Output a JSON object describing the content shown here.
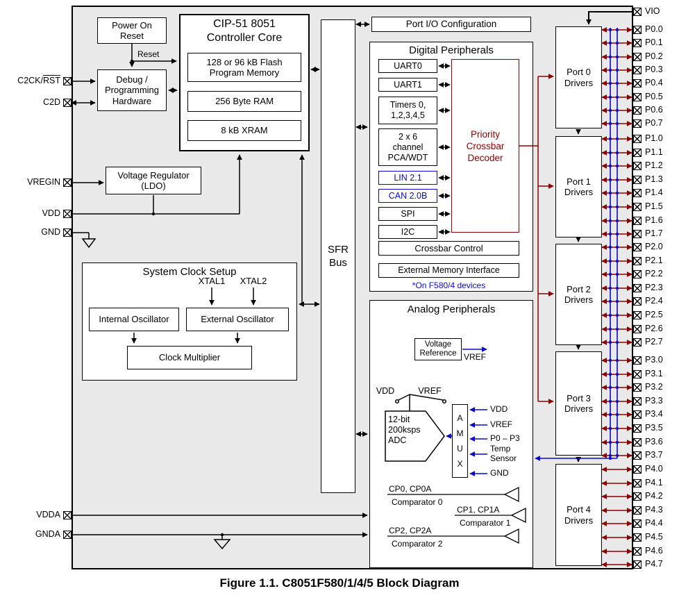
{
  "caption": "Figure 1.1. C8051F580/1/4/5 Block Diagram",
  "colors": {
    "background": "#e9e9e9",
    "box": "#ffffff",
    "crossbar_red": "#8b0000",
    "bus_blue": "#0a0ac8"
  },
  "left_pins": [
    {
      "label": "C2CK/",
      "overline": "RST"
    },
    {
      "label": "C2D"
    },
    {
      "label": "VREGIN"
    },
    {
      "label": "VDD"
    },
    {
      "label": "GND"
    },
    {
      "label": "VDDA"
    },
    {
      "label": "GNDA"
    }
  ],
  "right_pins": {
    "vio": "VIO",
    "groups": [
      [
        "P0.0",
        "P0.1",
        "P0.2",
        "P0.3",
        "P0.4",
        "P0.5",
        "P0.6",
        "P0.7"
      ],
      [
        "P1.0",
        "P1.1",
        "P1.2",
        "P1.3",
        "P1.4",
        "P1.5",
        "P1.6",
        "P1.7"
      ],
      [
        "P2.0",
        "P2.1",
        "P2.2",
        "P2.3",
        "P2.4",
        "P2.5",
        "P2.6",
        "P2.7"
      ],
      [
        "P3.0",
        "P3.1",
        "P3.2",
        "P3.3",
        "P3.4",
        "P3.5",
        "P3.6",
        "P3.7"
      ],
      [
        "P4.0",
        "P4.1",
        "P4.2",
        "P4.3",
        "P4.4",
        "P4.5",
        "P4.6",
        "P4.7"
      ]
    ]
  },
  "port_drivers": [
    "Port 0\nDrivers",
    "Port 1\nDrivers",
    "Port 2\nDrivers",
    "Port 3\nDrivers",
    "Port 4\nDrivers"
  ],
  "blocks": {
    "power_on_reset": "Power On\nReset",
    "reset": "Reset",
    "debug": "Debug /\nProgramming\nHardware",
    "cip51_title": "CIP-51 8051\nController Core",
    "flash": "128 or 96 kB Flash\nProgram Memory",
    "ram": "256 Byte RAM",
    "xram": "8 kB XRAM",
    "ldo": "Voltage Regulator\n(LDO)",
    "sfr_bus": "SFR\nBus",
    "port_io_config": "Port I/O Configuration",
    "clock_title": "System Clock Setup",
    "xtal1": "XTAL1",
    "xtal2": "XTAL2",
    "internal_osc": "Internal Oscillator",
    "external_osc": "External Oscillator",
    "clock_mult": "Clock Multiplier"
  },
  "digital": {
    "title": "Digital Peripherals",
    "peripherals": [
      {
        "label": "UART0"
      },
      {
        "label": "UART1"
      },
      {
        "label": "Timers 0,\n1,2,3,4,5"
      },
      {
        "label": "2 x 6\nchannel\nPCA/WDT"
      },
      {
        "label": "LIN 2.1",
        "blue": true
      },
      {
        "label": "CAN 2.0B",
        "blue": true
      },
      {
        "label": "SPI"
      },
      {
        "label": "I2C"
      }
    ],
    "crossbar": "Priority\nCrossbar\nDecoder",
    "crossbar_control": "Crossbar Control",
    "emi": "External Memory Interface",
    "note": "*On F580/4 devices"
  },
  "analog": {
    "title": "Analog Peripherals",
    "voltage_reference": "Voltage\nReference",
    "vref_out": "VREF",
    "mux_vdd": "VDD",
    "mux_vref": "VREF",
    "adc": "12-bit\n200ksps\nADC",
    "amux": "A\nM\nU\nX",
    "amux_inputs": [
      "VDD",
      "VREF",
      "P0 – P3",
      "Temp\nSensor",
      "GND"
    ],
    "comparators": [
      {
        "signals": "CP0, CP0A",
        "name": "Comparator 0"
      },
      {
        "signals": "CP1, CP1A",
        "name": "Comparator 1"
      },
      {
        "signals": "CP2, CP2A",
        "name": "Comparator 2"
      }
    ]
  }
}
